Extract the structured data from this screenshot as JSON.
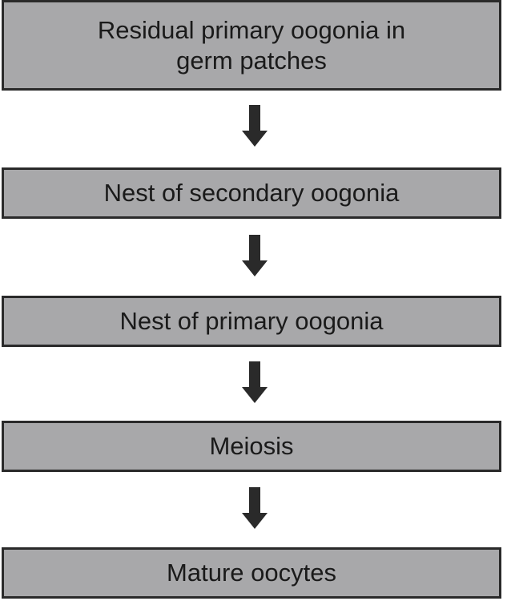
{
  "diagram": {
    "steps": [
      {
        "label": "Residual primary oogonia in\ngerm patches"
      },
      {
        "label": "Nest of secondary oogonia"
      },
      {
        "label": "Nest of primary oogonia"
      },
      {
        "label": "Meiosis"
      },
      {
        "label": "Mature oocytes"
      }
    ],
    "colors": {
      "box_fill": "#a8a8aa",
      "box_border": "#2a2a2a",
      "arrow": "#2a2a2a",
      "text": "#1a1a1a"
    },
    "arrow_icon": "down-arrow-icon"
  }
}
